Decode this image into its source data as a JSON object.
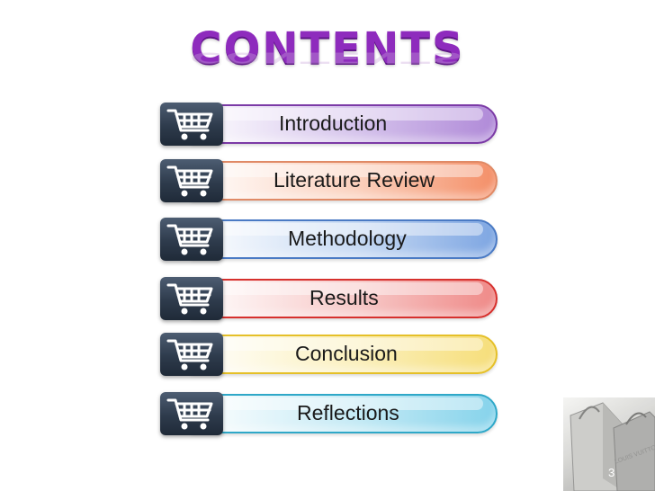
{
  "slide": {
    "title": "CONTENTS",
    "page_number": "3"
  },
  "items": [
    {
      "label": "Introduction",
      "icon": "shopping-cart-icon",
      "border": "#7b3aa6",
      "mid": "#d5c3ec",
      "end": "#b08ad8"
    },
    {
      "label": "Literature Review",
      "icon": "shopping-cart-icon",
      "border": "#e08a66",
      "mid": "#fbd0bc",
      "end": "#f48f68"
    },
    {
      "label": "Methodology",
      "icon": "shopping-cart-icon",
      "border": "#4a7ac4",
      "mid": "#c6d9f3",
      "end": "#7ea6e2"
    },
    {
      "label": "Results",
      "icon": "shopping-cart-icon",
      "border": "#d7302d",
      "mid": "#f7c9c8",
      "end": "#ef8a88"
    },
    {
      "label": "Conclusion",
      "icon": "shopping-cart-icon",
      "border": "#e5c028",
      "mid": "#fbf0bd",
      "end": "#f6de7a"
    },
    {
      "label": "Reflections",
      "icon": "shopping-cart-icon",
      "border": "#2fa8c8",
      "mid": "#c4eaf5",
      "end": "#86d3eb"
    }
  ],
  "photo": {
    "icon": "shopping-bags-photo"
  }
}
